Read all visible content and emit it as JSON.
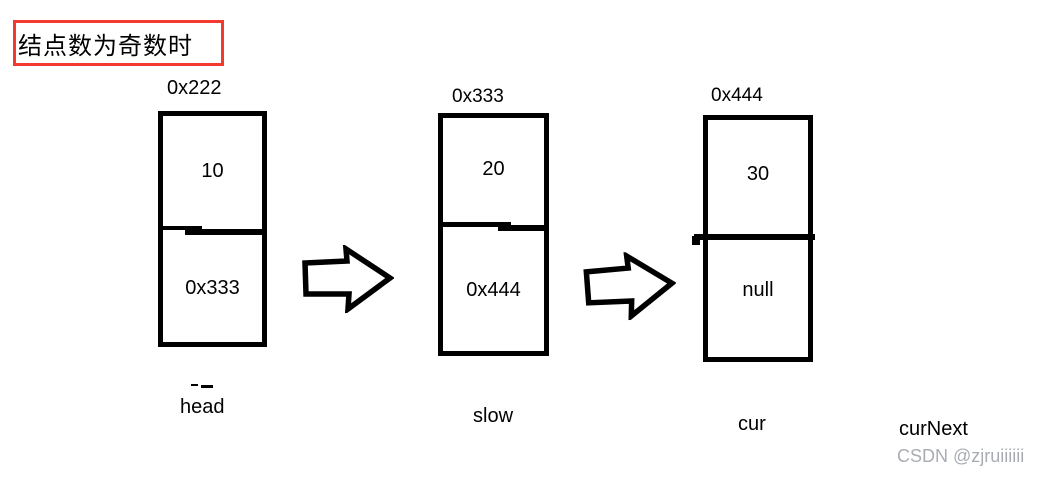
{
  "title": {
    "text": "结点数为奇数时"
  },
  "nodes": [
    {
      "address": "0x222",
      "value": "10",
      "next": "0x333",
      "label": "head"
    },
    {
      "address": "0x333",
      "value": "20",
      "next": "0x444",
      "label": "slow"
    },
    {
      "address": "0x444",
      "value": "30",
      "next": "null",
      "label": "cur"
    }
  ],
  "labels": {
    "cur_next": "curNext"
  },
  "watermark": {
    "text": "CSDN @zjruiiiiii"
  },
  "icons": {
    "arrow": "block-arrow-right"
  },
  "colors": {
    "stroke": "#000000",
    "title_border": "#f23b2e",
    "watermark": "#a9adb3",
    "background": "#ffffff"
  }
}
